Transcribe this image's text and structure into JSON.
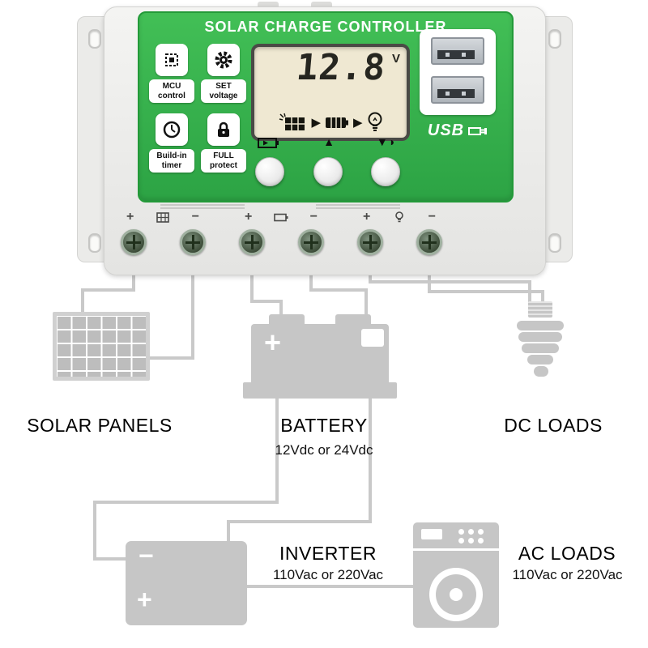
{
  "device": {
    "title": "SOLAR CHARGE CONTROLLER",
    "features": [
      {
        "line1": "MCU",
        "line2": "control"
      },
      {
        "line1": "SET",
        "line2": "voltage"
      },
      {
        "line1": "Build-in",
        "line2": "timer"
      },
      {
        "line1": "FULL",
        "line2": "protect"
      }
    ],
    "lcd": {
      "voltage": "12.8",
      "unit": "V"
    },
    "usb": {
      "label": "USB"
    },
    "terminal_groups": [
      {
        "plus": "+",
        "minus": "−",
        "icon": "solar-panel"
      },
      {
        "plus": "+",
        "minus": "−",
        "icon": "battery"
      },
      {
        "plus": "+",
        "minus": "−",
        "icon": "dc-load"
      }
    ],
    "glyphs": {
      "flow_arrow": "▶",
      "up_triangle": "▲",
      "display_toggle": "▼◑"
    }
  },
  "wiring": {
    "solar_panels": {
      "label": "SOLAR PANELS"
    },
    "battery": {
      "label": "BATTERY",
      "spec": "12Vdc or 24Vdc",
      "plus": "+"
    },
    "dc_loads": {
      "label": "DC LOADS"
    },
    "inverter": {
      "label": "INVERTER",
      "spec": "110Vac or 220Vac",
      "minus": "−",
      "plus": "+"
    },
    "ac_loads": {
      "label": "AC LOADS",
      "spec": "110Vac or 220Vac"
    }
  },
  "colors": {
    "panel_green": "#35b34a",
    "device_body": "#ececea",
    "lcd_bg": "#efe8d2",
    "component_grey": "#c6c6c6",
    "wire_grey": "#c9c9c9"
  }
}
